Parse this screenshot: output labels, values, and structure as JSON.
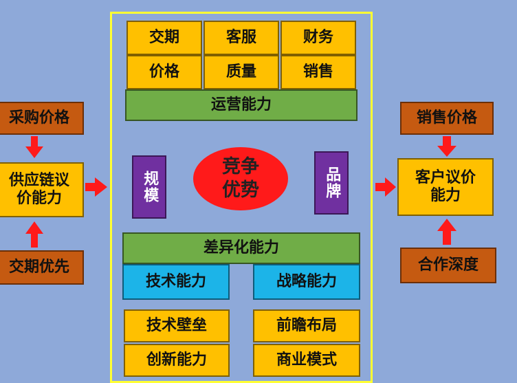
{
  "center": {
    "top_grid": [
      "交期",
      "客服",
      "财务",
      "价格",
      "质量",
      "销售"
    ],
    "operations": "运营能力",
    "left_tag": "规模",
    "right_tag": "品牌",
    "core": "竞争\n优势",
    "differentiation": "差异化能力",
    "tech_ability": "技术能力",
    "strategy_ability": "战略能力",
    "tech_items": [
      "技术壁垒",
      "创新能力"
    ],
    "strategy_items": [
      "前瞻布局",
      "商业模式"
    ]
  },
  "left": {
    "top": "采购价格",
    "middle": "供应链议\n价能力",
    "bottom": "交期优先"
  },
  "right": {
    "top": "销售价格",
    "middle": "客户议价\n能力",
    "bottom": "合作深度"
  },
  "colors": {
    "background": "#8ea9d9",
    "frame": "#ffff33",
    "orange": "#ffc000",
    "green": "#70ad47",
    "blue": "#1cb4e8",
    "brown": "#c55a11",
    "purple": "#7030a0",
    "red": "#ff1a1a"
  }
}
